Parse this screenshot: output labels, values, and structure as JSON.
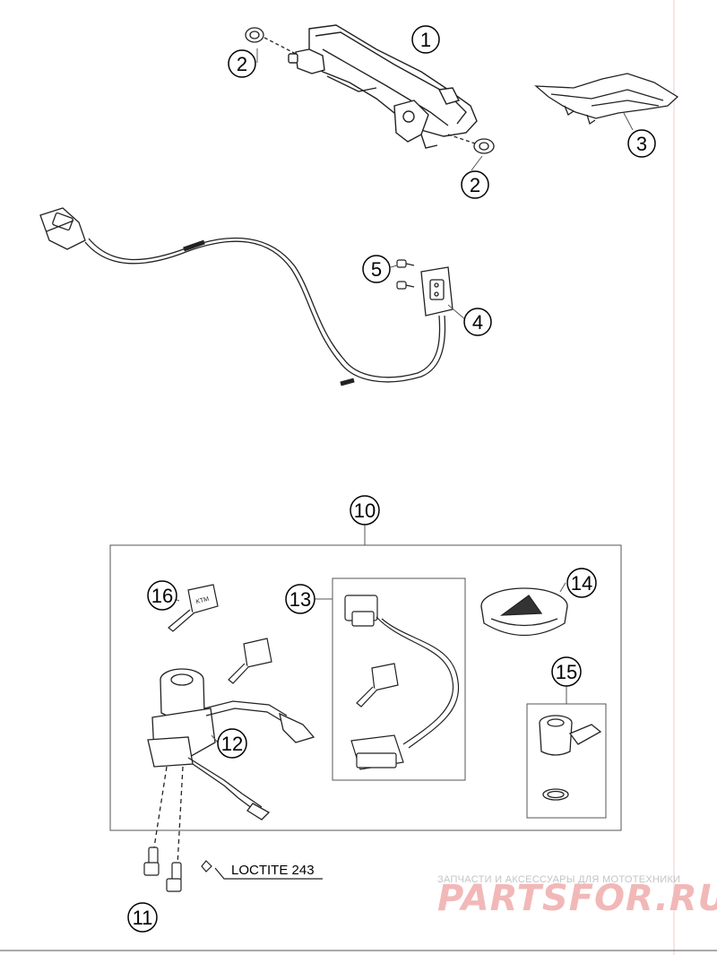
{
  "callouts": {
    "c1": "1",
    "c2a": "2",
    "c2b": "2",
    "c3": "3",
    "c4": "4",
    "c5": "5",
    "c10": "10",
    "c11": "11",
    "c12": "12",
    "c13": "13",
    "c14": "14",
    "c15": "15",
    "c16": "16"
  },
  "note": "LOCTITE 243",
  "watermark": {
    "tagline": "ЗАПЧАСТИ И АКСЕССУАРЫ ДЛЯ МОТОТЕХНИКИ",
    "brand": "PARTSFOR.RU"
  },
  "colors": {
    "line": "#222222",
    "watermark_brand": "#f2b8b8",
    "watermark_tagline": "#c4c4c4",
    "margin_rule": "#f0c8c8"
  }
}
